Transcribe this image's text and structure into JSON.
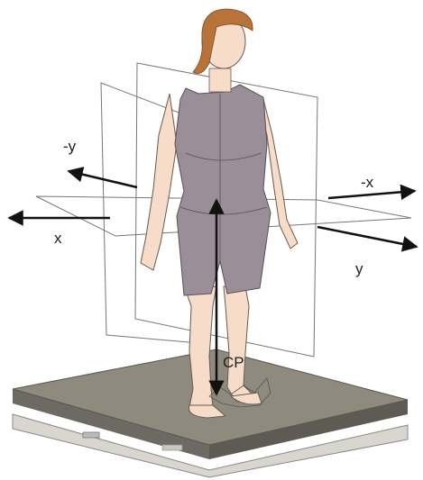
{
  "labels": {
    "neg_y": "-y",
    "neg_x": "-x",
    "x": "x",
    "y": "y",
    "cp": "CP"
  },
  "colors": {
    "suit": "#9a8e99",
    "suit_shadow": "#7e7280",
    "skin": "#f6dcc9",
    "hair": "#b8733a",
    "plate_top": "#8f8a7e",
    "plate_side": "#6d6a63",
    "plate_base": "#d9d6d0",
    "plane_line": "#777777",
    "arrow": "#111111"
  },
  "icons": {
    "figure": "standing-woman-illustration",
    "plate": "force-plate-illustration"
  }
}
